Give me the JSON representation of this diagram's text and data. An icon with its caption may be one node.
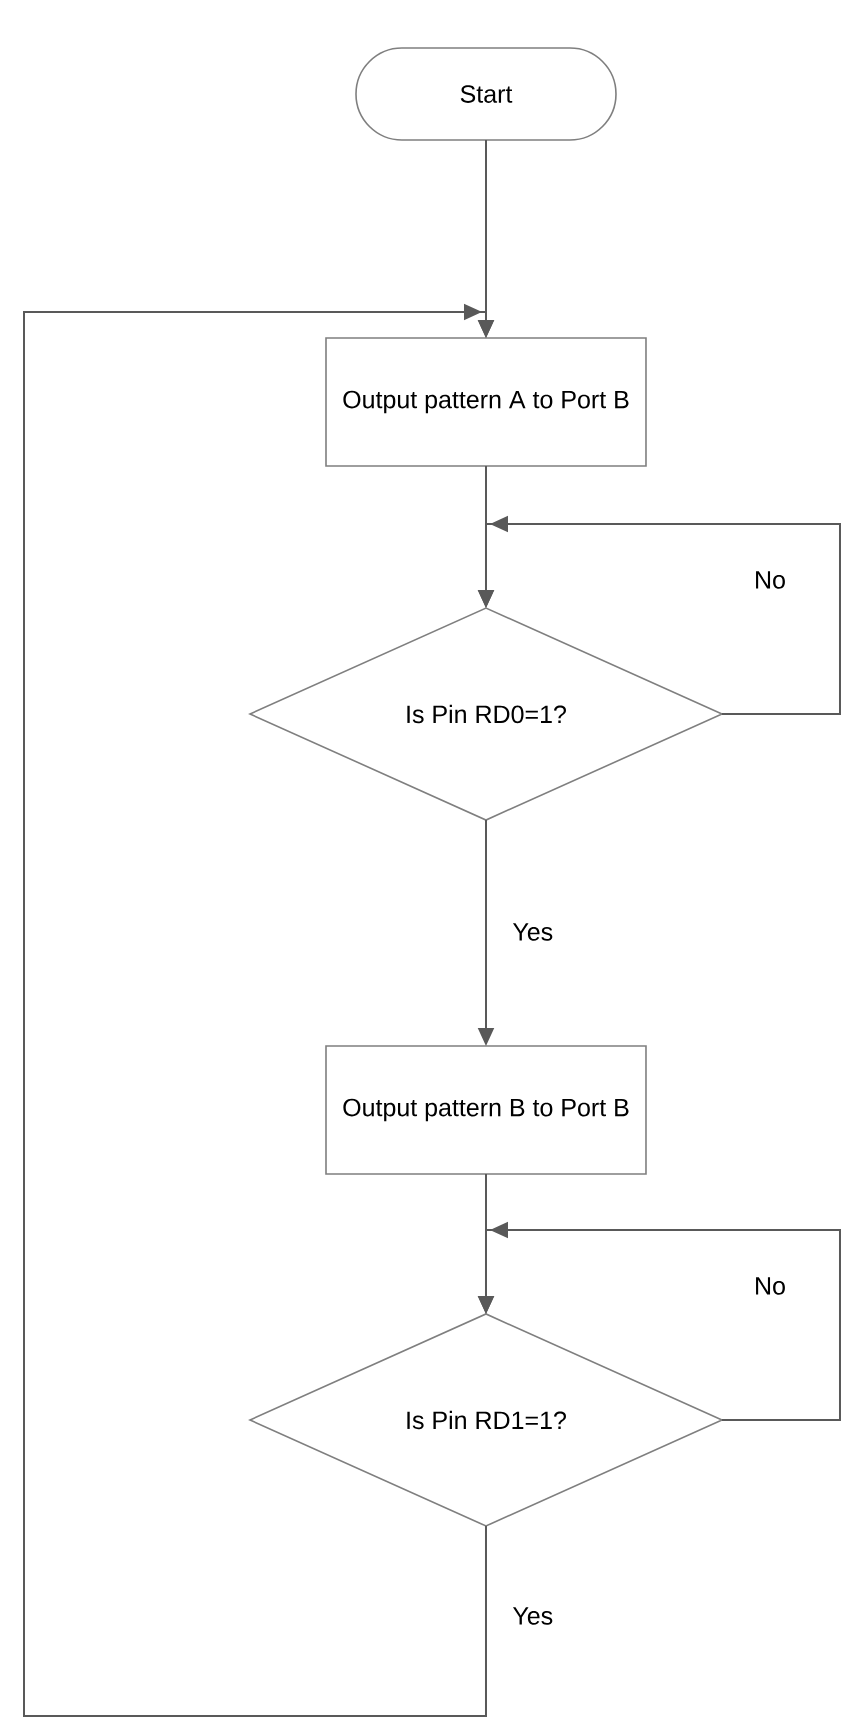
{
  "diagram": {
    "nodes": [
      {
        "text": [
          "Start"
        ]
      },
      {
        "text": [
          "Output pattern A to Port B"
        ]
      },
      {
        "text": [
          "Is Pin RD0=1?"
        ]
      },
      {
        "text": [
          "Output pattern B to Port B"
        ]
      },
      {
        "text": [
          "Is Pin RD1=1?"
        ]
      }
    ],
    "edges": [
      {
        "from": 0,
        "to": 1,
        "arrow": "to"
      },
      {
        "from": 1,
        "to": 2,
        "arrow": "to"
      },
      {
        "from": 2,
        "to": 3,
        "arrow": "to",
        "label": "Yes"
      },
      {
        "from": 3,
        "to": 4,
        "arrow": "to"
      },
      {
        "from": 2,
        "to": 2,
        "arrow": "to",
        "label": "No"
      },
      {
        "from": 4,
        "to": 4,
        "arrow": "to",
        "label": "No"
      },
      {
        "from": 4,
        "to": 1,
        "arrow": "to",
        "label": "Yes"
      }
    ]
  }
}
